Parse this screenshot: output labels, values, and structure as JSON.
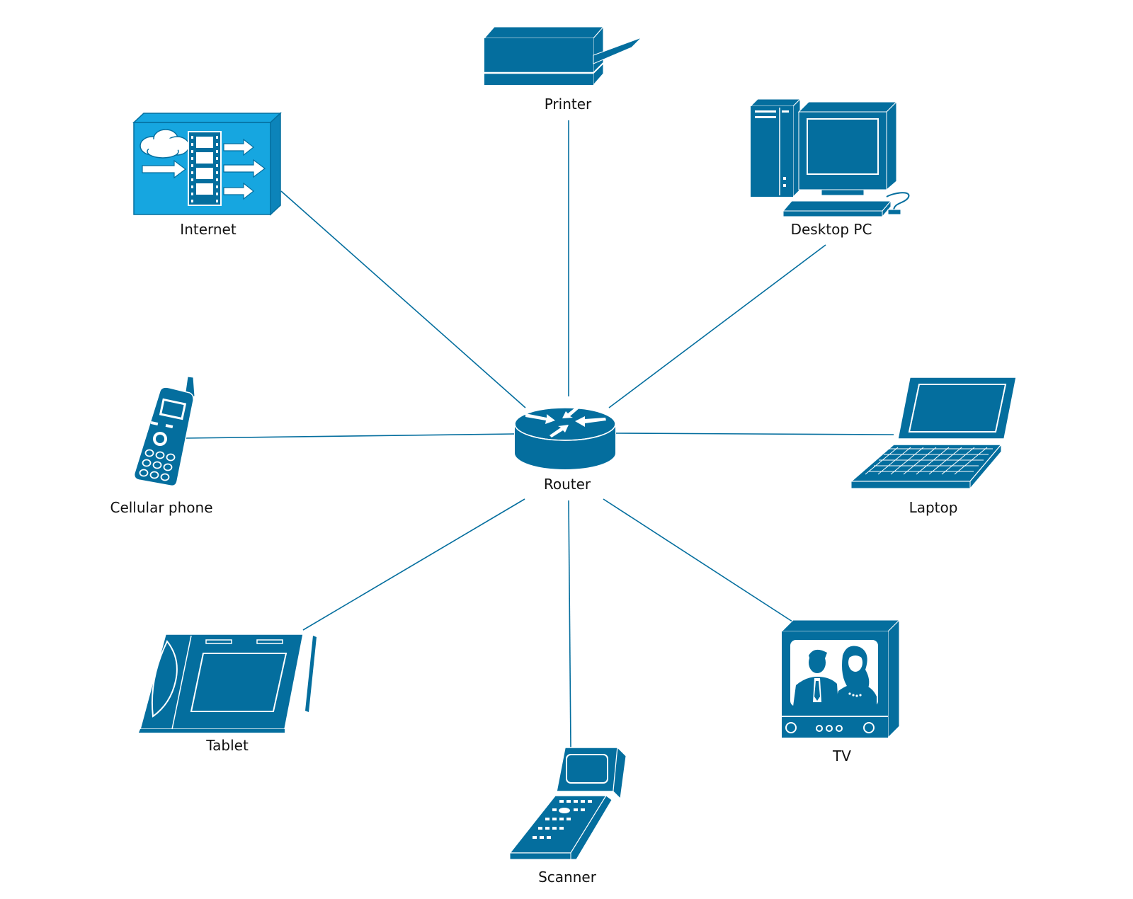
{
  "diagram": {
    "colors": {
      "icon": "#046E9E",
      "icon_bright": "#16A6E0",
      "line": "#046E9E",
      "text": "#111111",
      "background": "#ffffff"
    },
    "hub": {
      "label": "Router",
      "icon": "router-icon"
    },
    "nodes": {
      "printer": {
        "label": "Printer",
        "icon": "printer-icon"
      },
      "internet": {
        "label": "Internet",
        "icon": "internet-icon"
      },
      "desktop": {
        "label": "Desktop PC",
        "icon": "desktop-pc-icon"
      },
      "phone": {
        "label": "Cellular phone",
        "icon": "cellular-phone-icon"
      },
      "laptop": {
        "label": "Laptop",
        "icon": "laptop-icon"
      },
      "tablet": {
        "label": "Tablet",
        "icon": "tablet-icon"
      },
      "tv": {
        "label": "TV",
        "icon": "tv-icon"
      },
      "scanner": {
        "label": "Scanner",
        "icon": "scanner-icon"
      }
    }
  }
}
